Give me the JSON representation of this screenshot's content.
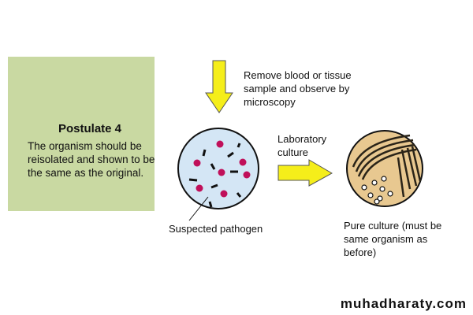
{
  "postulate": {
    "title": "Postulate 4",
    "text": "The organism should be reisolated and shown to be the same as the original."
  },
  "labels": {
    "sample": "Remove blood or tissue sample and observe by microscopy",
    "culture": "Laboratory culture",
    "pathogen": "Suspected pathogen",
    "pure": "Pure culture (must be same organism as before)"
  },
  "watermark": "muhadharaty.com",
  "colors": {
    "box": "#c9d9a2",
    "arrow": "#f5ee1a",
    "dish": "#d4e6f5",
    "dot": "#c0105a",
    "plate": "#e8c890"
  }
}
